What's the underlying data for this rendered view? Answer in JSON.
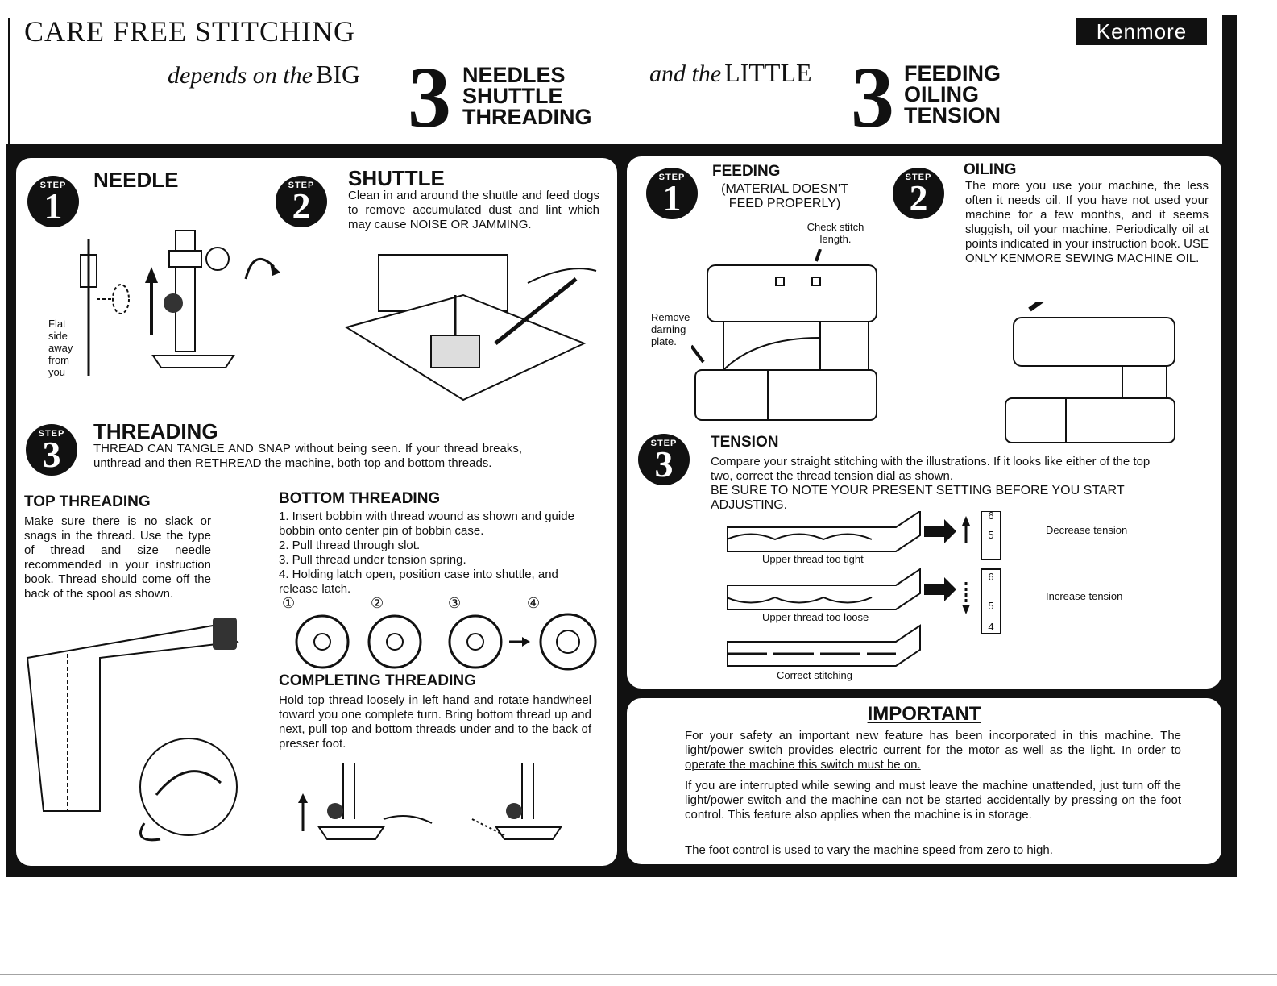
{
  "header": {
    "title": "CARE FREE STITCHING",
    "brand": "Kenmore",
    "depends": "depends on the",
    "big": "BIG",
    "and_the": "and the",
    "little": "LITTLE",
    "three": "3",
    "big_items": [
      "NEEDLES",
      "SHUTTLE",
      "THREADING"
    ],
    "little_items": [
      "FEEDING",
      "OILING",
      "TENSION"
    ]
  },
  "step_label": "STEP",
  "needle": {
    "num": "1",
    "title": "NEEDLE",
    "note": [
      "Flat",
      "side",
      "away",
      "from",
      "you"
    ]
  },
  "shuttle": {
    "num": "2",
    "title": "SHUTTLE",
    "text": "Clean in and around the shuttle and feed dogs to remove accumulated dust and lint which may cause NOISE OR JAMMING."
  },
  "threading": {
    "num": "3",
    "title": "THREADING",
    "text": "THREAD CAN TANGLE AND SNAP without being seen. If your thread breaks, unthread and then RETHREAD the machine, both top and bottom threads.",
    "top_title": "TOP THREADING",
    "top_text": "Make sure there is no slack or snags in the thread. Use the type of thread and size needle recommended in your instruction book. Thread should come off the back of the spool as shown.",
    "bottom_title": "BOTTOM THREADING",
    "bottom_steps": [
      "1. Insert bobbin with thread wound as shown and guide bobbin onto center pin of bobbin case.",
      "2. Pull thread through slot.",
      "3. Pull thread under tension spring.",
      "4. Holding latch open, position case into shuttle, and release latch."
    ],
    "bobbin_nums": [
      "①",
      "②",
      "③",
      "④"
    ],
    "completing_title": "COMPLETING THREADING",
    "completing_text": "Hold top thread loosely in left hand and rotate handwheel toward you one complete turn. Bring bottom thread up and next, pull top and bottom threads under and to the back of presser foot."
  },
  "feeding": {
    "num": "1",
    "title": "FEEDING",
    "subtitle": "(MATERIAL DOESN'T FEED PROPERLY)",
    "check": "Check stitch length.",
    "remove": "Remove darning plate."
  },
  "oiling": {
    "num": "2",
    "title": "OILING",
    "text": "The more you use your machine, the less often it needs oil. If you have not used your machine for a few months, and it seems sluggish, oil your machine. Periodically oil at points indicated in your instruction book. USE ONLY KENMORE SEWING MACHINE OIL."
  },
  "tension": {
    "num": "3",
    "title": "TENSION",
    "text1": "Compare your straight stitching with the illustrations. If it looks like either of the top two, correct the thread tension dial as shown.",
    "text2": "BE SURE TO NOTE YOUR PRESENT SETTING BEFORE YOU START ADJUSTING.",
    "tight": "Upper thread too tight",
    "loose": "Upper thread too loose",
    "correct": "Correct stitching",
    "decrease": "Decrease tension",
    "increase": "Increase tension",
    "dial_values": [
      "6",
      "5",
      "4"
    ]
  },
  "important": {
    "title": "IMPORTANT",
    "p1": "For your safety an important new feature has been incorporated in this machine. The light/power switch provides electric current for the motor as well as the light.",
    "p1_underline": "In order to operate the machine this switch must be on.",
    "p2": "If you are interrupted while sewing and must leave the machine unattended, just turn off the light/power switch and the machine can not be started accidentally by pressing on the foot control. This feature also applies when the machine is in storage.",
    "p3": "The foot control is used to vary the machine speed from zero to high."
  }
}
